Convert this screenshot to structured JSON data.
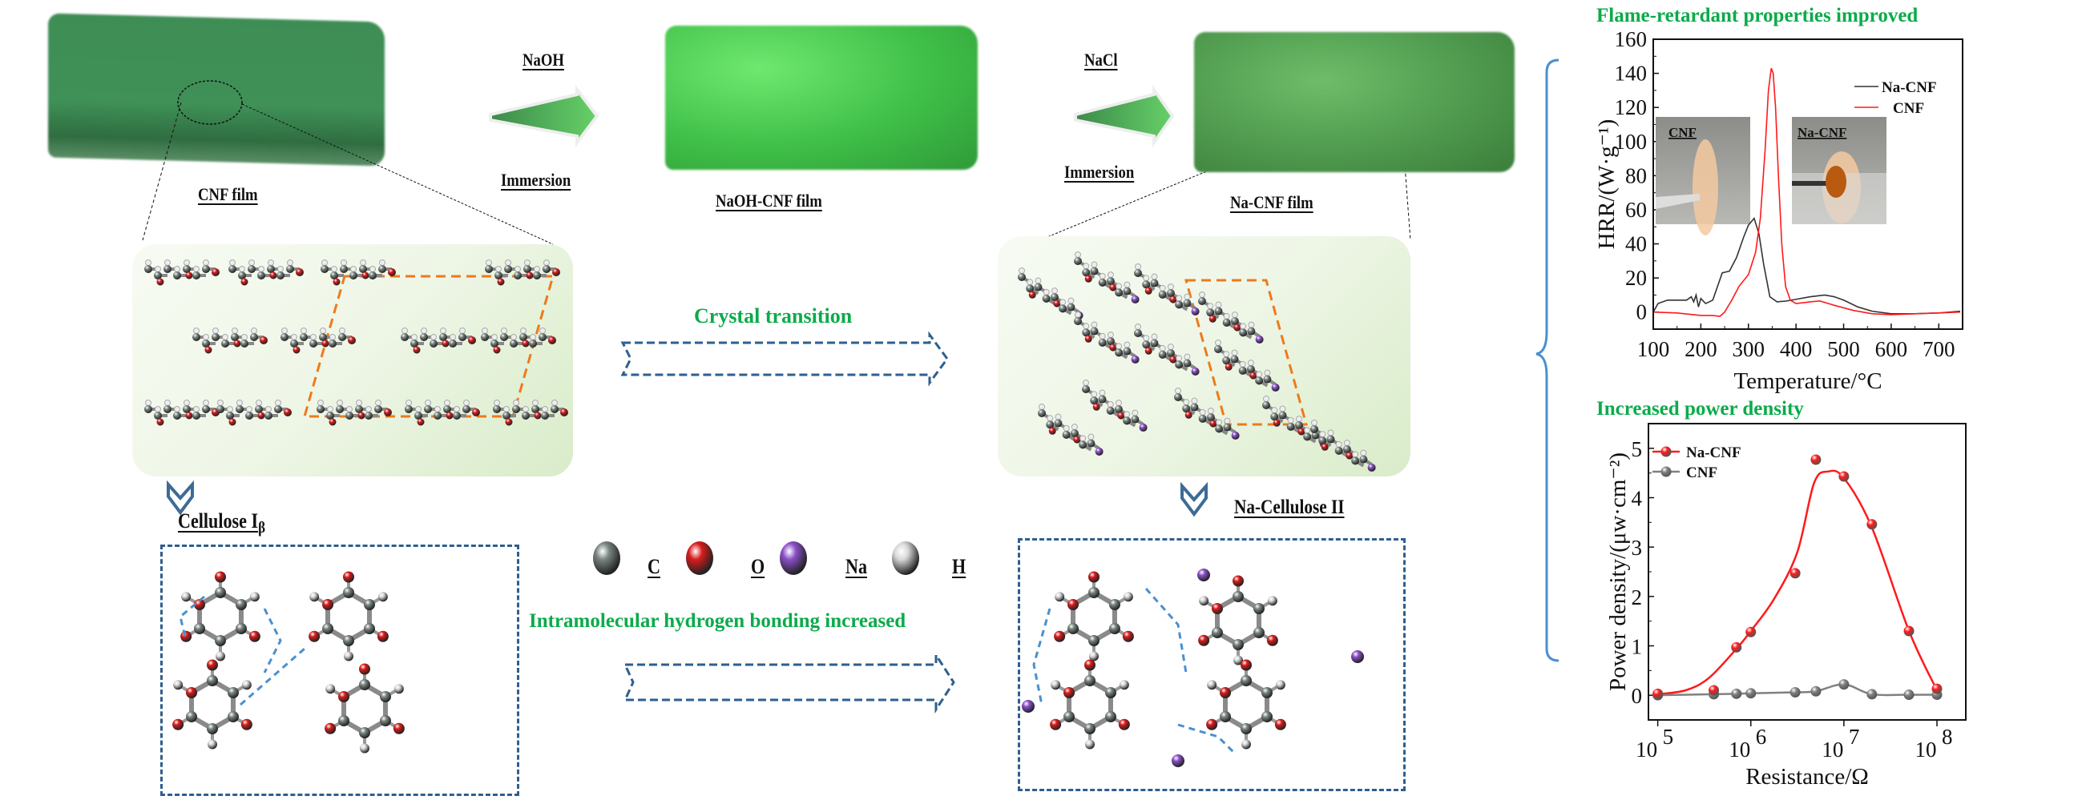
{
  "process": {
    "films": [
      {
        "label": "CNF  film"
      },
      {
        "label": "NaOH-CNF  film"
      },
      {
        "label": "Na-CNF  film"
      }
    ],
    "steps": [
      {
        "reagent": "NaOH",
        "method": "Immersion"
      },
      {
        "reagent": "NaCl",
        "method": "Immersion"
      }
    ]
  },
  "crystal": {
    "transition_label": "Crystal transition",
    "left_label_main": "Cellulose I",
    "left_label_sub": "β",
    "right_label": "Na-Cellulose II"
  },
  "atom_legend": [
    {
      "symbol": "C",
      "color": "#7a8580"
    },
    {
      "symbol": "O",
      "color": "#d81c1c"
    },
    {
      "symbol": "Na",
      "color": "#8a4fc8"
    },
    {
      "symbol": "H",
      "color": "#d8d8d8"
    }
  ],
  "hbond_label": "Intramolecular hydrogen bonding increased",
  "colors": {
    "green_text": "#0bab4a",
    "dash_blue": "#2e5f8f",
    "bracket": "#4a90d0",
    "red": "#ff1a1a",
    "black_line": "#333333",
    "grey_line": "#808080"
  },
  "chart_data": [
    {
      "type": "line",
      "title": "Flame-retardant properties improved",
      "xlabel": "Temperature/°C",
      "ylabel": "HRR/(W·g⁻¹)",
      "xlim": [
        100,
        750
      ],
      "ylim": [
        -10,
        160
      ],
      "xticks": [
        100,
        200,
        300,
        400,
        500,
        600,
        700
      ],
      "yticks": [
        0,
        20,
        40,
        60,
        80,
        100,
        120,
        140,
        160
      ],
      "legend_position": "top-right",
      "insets": [
        {
          "label": "CNF"
        },
        {
          "label": "Na-CNF"
        }
      ],
      "series": [
        {
          "name": "Na-CNF",
          "color": "#333333",
          "x": [
            100,
            110,
            130,
            170,
            180,
            185,
            190,
            195,
            200,
            210,
            225,
            235,
            245,
            260,
            275,
            290,
            300,
            312,
            322,
            332,
            345,
            360,
            380,
            400,
            430,
            460,
            480,
            500,
            530,
            560,
            600,
            650,
            700,
            745
          ],
          "y": [
            0,
            5,
            7,
            7,
            9,
            6,
            10,
            3,
            8,
            5,
            7,
            15,
            23,
            24,
            32,
            44,
            51,
            55,
            46,
            28,
            9,
            6,
            6.5,
            7.5,
            9,
            10,
            9,
            7,
            3,
            0.5,
            -1,
            -1,
            -0.5,
            0.5
          ]
        },
        {
          "name": "CNF",
          "color": "#ff1a1a",
          "x": [
            100,
            150,
            200,
            225,
            240,
            250,
            265,
            280,
            300,
            315,
            325,
            335,
            342,
            348,
            352,
            357,
            363,
            370,
            378,
            388,
            400,
            430,
            450,
            480,
            520,
            560,
            600,
            650,
            700,
            745
          ],
          "y": [
            0,
            -0.5,
            -2,
            -2,
            -2.5,
            0,
            7,
            15,
            22,
            35,
            55,
            95,
            130,
            143,
            140,
            120,
            80,
            40,
            15,
            7,
            5,
            6,
            6.5,
            4,
            1,
            -1,
            -1.5,
            -1,
            -0.5,
            0
          ]
        }
      ]
    },
    {
      "type": "scatter",
      "title": "Increased power density",
      "xlabel": "Resistance/Ω",
      "ylabel": "Power density/(μw·cm⁻²)",
      "xscale": "log",
      "xlim_log10": [
        4.9,
        8.31
      ],
      "ylim": [
        -0.5,
        5.5
      ],
      "xticks": [
        {
          "base": "10",
          "exp": "5"
        },
        {
          "base": "10",
          "exp": "6"
        },
        {
          "base": "10",
          "exp": "7"
        },
        {
          "base": "10",
          "exp": "8"
        }
      ],
      "xtick_values_log10": [
        5,
        6,
        7,
        8
      ],
      "yticks": [
        0,
        1,
        2,
        3,
        4,
        5
      ],
      "legend_position": "top-left",
      "x": [
        100000,
        400000,
        700000,
        1000000,
        3000000,
        5000000,
        10000000,
        20000000,
        50000000,
        100000000
      ],
      "series": [
        {
          "name": "Na-CNF",
          "color": "#ff1a1a",
          "values": [
            0.03,
            0.1,
            0.97,
            1.28,
            2.47,
            4.77,
            4.43,
            3.46,
            1.3,
            0.13
          ],
          "fit_log10x": [
            5.0,
            5.3,
            5.55,
            5.85,
            6.0,
            6.25,
            6.5,
            6.68,
            6.83,
            7.0,
            7.3,
            7.7,
            8.0
          ],
          "fit_y": [
            0.02,
            0.1,
            0.35,
            0.95,
            1.3,
            1.95,
            2.9,
            4.3,
            4.53,
            4.4,
            3.4,
            1.3,
            0.1
          ]
        },
        {
          "name": "CNF",
          "color": "#808080",
          "values": [
            0.0,
            0.02,
            0.03,
            0.04,
            0.06,
            0.08,
            0.22,
            0.02,
            0.01,
            0.01
          ]
        }
      ]
    }
  ]
}
